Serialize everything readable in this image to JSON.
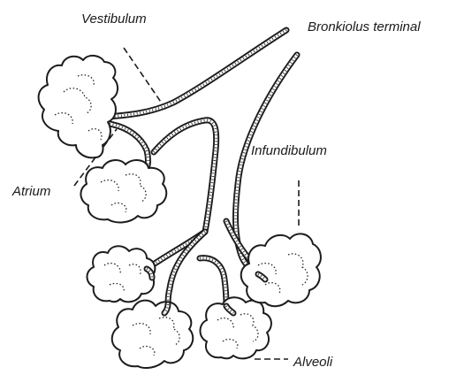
{
  "figure": {
    "labels": {
      "vestibulum": "Vestibulum",
      "bronkiolus_terminal": "Bronkiolus terminal",
      "infundibulum": "Infundibulum",
      "atrium": "Atrium",
      "alveoli": "Alveoli"
    }
  }
}
